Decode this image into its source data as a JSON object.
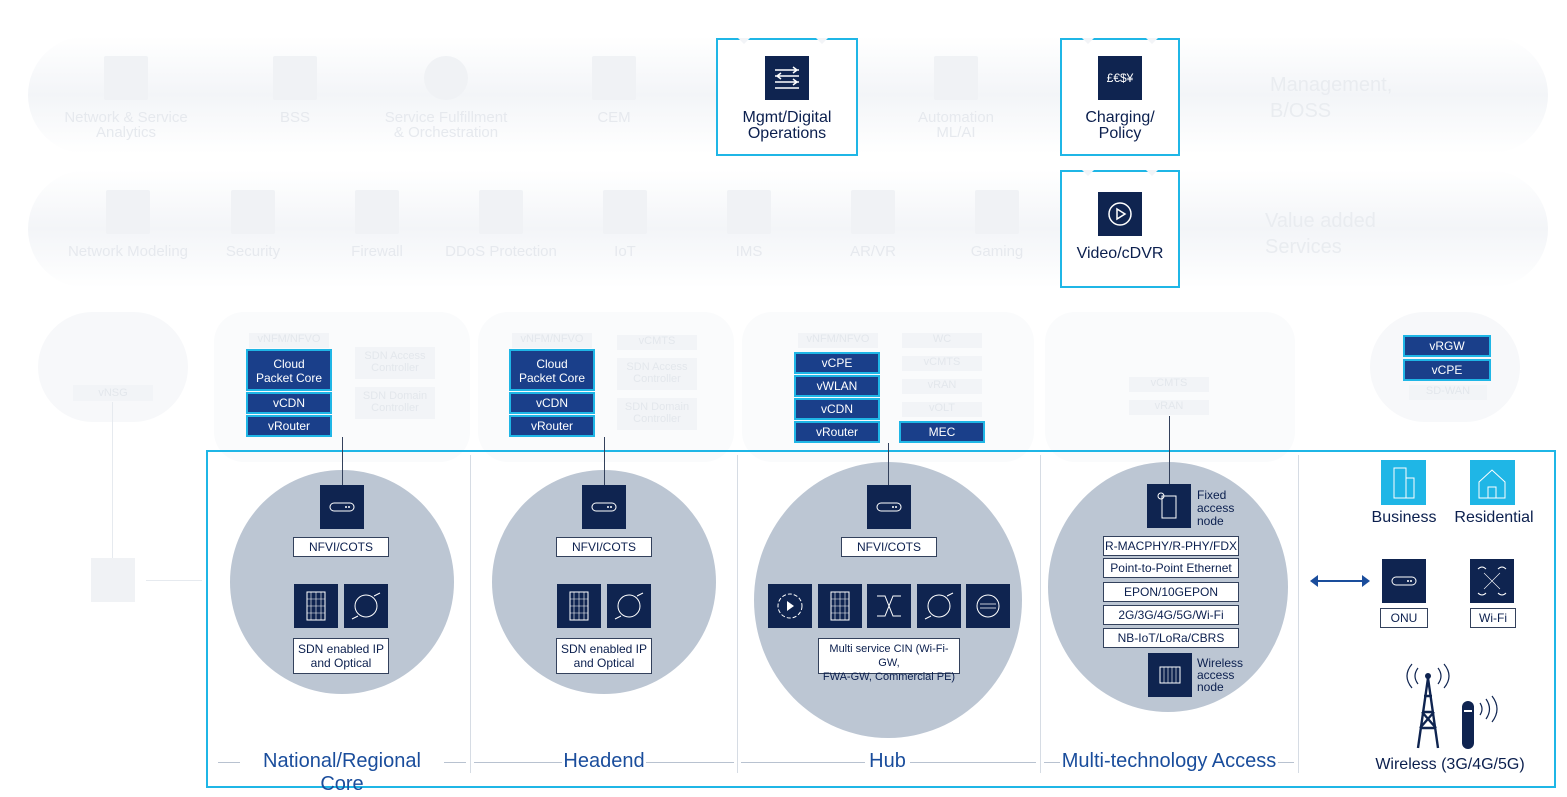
{
  "management": {
    "side_label": "Management,\nB/OSS",
    "items": [
      {
        "label": "Network & Service\nAnalytics",
        "icon": "analytics-icon"
      },
      {
        "label": "BSS",
        "icon": "building-icon"
      },
      {
        "label": "Service Fulfillment\n& Orchestration",
        "icon": "venn-icon"
      },
      {
        "label": "CEM",
        "icon": "cycle-icon"
      },
      {
        "label": "Automation\nML/AI",
        "icon": "arrows-icon"
      }
    ],
    "highlighted": [
      {
        "label": "Mgmt/Digital\nOperations",
        "icon": "mgmt-icon"
      },
      {
        "label": "Charging/\nPolicy",
        "icon": "currency-icon",
        "glyph": "£€$¥"
      }
    ]
  },
  "value_added": {
    "side_label": "Value added\nServices",
    "items": [
      {
        "label": "Network Modeling",
        "icon": "network-model-icon"
      },
      {
        "label": "Security",
        "icon": "lock-icon"
      },
      {
        "label": "Firewall",
        "icon": "firewall-icon"
      },
      {
        "label": "DDoS Protection",
        "icon": "radar-icon"
      },
      {
        "label": "IoT",
        "icon": "iot-icon"
      },
      {
        "label": "IMS",
        "icon": "phone-icon"
      },
      {
        "label": "AR/VR",
        "icon": "vr-icon"
      },
      {
        "label": "Gaming",
        "icon": "gamepad-icon"
      }
    ],
    "highlighted": {
      "label": "Video/cDVR",
      "icon": "play-icon"
    }
  },
  "vnsg": "vNSG",
  "core": {
    "faded": [
      "vNFM/NFVO",
      "SDN Access\nController",
      "SDN Domain\nController"
    ],
    "vnfs": [
      "Cloud\nPacket Core",
      "vCDN",
      "vRouter"
    ],
    "nfvi": "NFVI/COTS",
    "sdn": "SDN enabled IP\nand Optical",
    "label": "National/Regional Core"
  },
  "headend": {
    "faded": [
      "vNFM/NFVO",
      "vCMTS",
      "SDN Access\nController",
      "SDN Domain\nController"
    ],
    "vnfs": [
      "Cloud\nPacket Core",
      "vCDN",
      "vRouter"
    ],
    "nfvi": "NFVI/COTS",
    "sdn": "SDN enabled IP\nand Optical",
    "label": "Headend"
  },
  "hub": {
    "faded": [
      "vNFM/NFVO",
      "WC",
      "vCMTS",
      "vRAN",
      "vOLT"
    ],
    "vnfs": [
      "vCPE",
      "vWLAN",
      "vCDN",
      "vRouter"
    ],
    "mec": "MEC",
    "nfvi": "NFVI/COTS",
    "cin": "Multi service CIN (Wi-Fi-GW,\nFWA-GW, Commercial PE)",
    "label": "Hub"
  },
  "access": {
    "faded": [
      "vCMTS",
      "vRAN"
    ],
    "fixed_node": "Fixed\naccess\nnode",
    "techs": [
      "R-MACPHY/R-PHY/FDX",
      "Point-to-Point Ethernet",
      "EPON/10GEPON",
      "2G/3G/4G/5G/Wi-Fi",
      "NB-IoT/LoRa/CBRS"
    ],
    "wireless_node": "Wireless\naccess\nnode",
    "label": "Multi-technology Access"
  },
  "customer": {
    "vnfs": [
      "vRGW",
      "vCPE"
    ],
    "faded": "SD-WAN",
    "business": "Business",
    "residential": "Residential",
    "onu": "ONU",
    "wifi": "Wi-Fi",
    "wireless": "Wireless (3G/4G/5G)"
  }
}
